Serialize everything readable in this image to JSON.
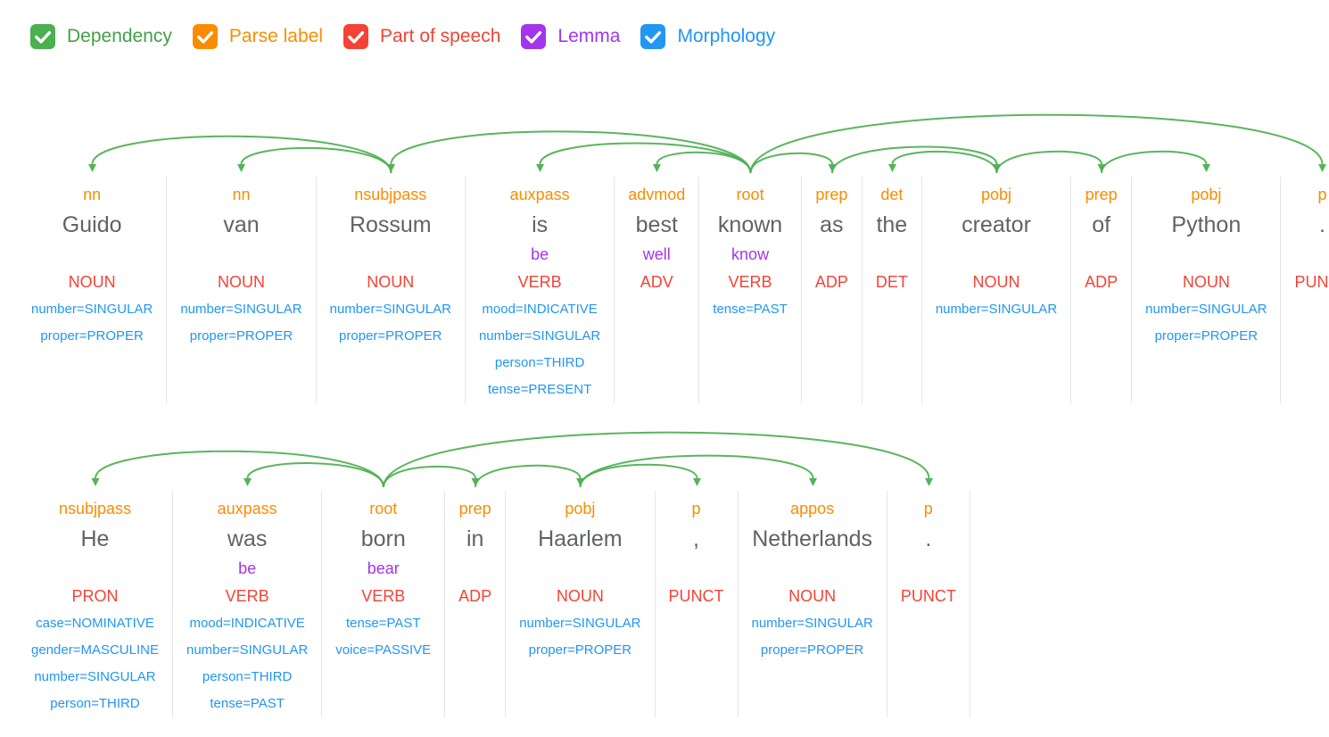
{
  "controls": {
    "items": [
      {
        "id": "dependency",
        "label": "Dependency",
        "color": "#4CAF50",
        "text_color": "#43A047",
        "checked": true
      },
      {
        "id": "parse-label",
        "label": "Parse label",
        "color": "#FB8C00",
        "text_color": "#FB8C00",
        "checked": true
      },
      {
        "id": "part-of-speech",
        "label": "Part of speech",
        "color": "#F44336",
        "text_color": "#F44336",
        "checked": true
      },
      {
        "id": "lemma",
        "label": "Lemma",
        "color": "#A435EB",
        "text_color": "#A435EB",
        "checked": true
      },
      {
        "id": "morphology",
        "label": "Morphology",
        "color": "#2196F3",
        "text_color": "#2196F3",
        "checked": true
      }
    ]
  },
  "colors": {
    "arc": "#4CAF50",
    "parse_label": "#FB8C00",
    "word": "#5F6368",
    "lemma": "#A435EB",
    "pos": "#F44336",
    "morphology": "#2196F3",
    "divider": "#E3E5E8"
  },
  "sentences": [
    {
      "text": "Guido van Rossum is best known as the creator of Python .",
      "root_index": 5,
      "tokens": [
        {
          "word": "Guido",
          "label": "nn",
          "lemma": "",
          "pos": "NOUN",
          "morph": [
            "number=SINGULAR",
            "proper=PROPER"
          ]
        },
        {
          "word": "van",
          "label": "nn",
          "lemma": "",
          "pos": "NOUN",
          "morph": [
            "number=SINGULAR",
            "proper=PROPER"
          ]
        },
        {
          "word": "Rossum",
          "label": "nsubjpass",
          "lemma": "",
          "pos": "NOUN",
          "morph": [
            "number=SINGULAR",
            "proper=PROPER"
          ]
        },
        {
          "word": "is",
          "label": "auxpass",
          "lemma": "be",
          "pos": "VERB",
          "morph": [
            "mood=INDICATIVE",
            "number=SINGULAR",
            "person=THIRD",
            "tense=PRESENT"
          ]
        },
        {
          "word": "best",
          "label": "advmod",
          "lemma": "well",
          "pos": "ADV",
          "morph": []
        },
        {
          "word": "known",
          "label": "root",
          "lemma": "know",
          "pos": "VERB",
          "morph": [
            "tense=PAST"
          ]
        },
        {
          "word": "as",
          "label": "prep",
          "lemma": "",
          "pos": "ADP",
          "morph": []
        },
        {
          "word": "the",
          "label": "det",
          "lemma": "",
          "pos": "DET",
          "morph": []
        },
        {
          "word": "creator",
          "label": "pobj",
          "lemma": "",
          "pos": "NOUN",
          "morph": [
            "number=SINGULAR"
          ]
        },
        {
          "word": "of",
          "label": "prep",
          "lemma": "",
          "pos": "ADP",
          "morph": []
        },
        {
          "word": "Python",
          "label": "pobj",
          "lemma": "",
          "pos": "NOUN",
          "morph": [
            "number=SINGULAR",
            "proper=PROPER"
          ]
        },
        {
          "word": ".",
          "label": "p",
          "lemma": "",
          "pos": "PUNCT",
          "morph": []
        }
      ],
      "edges": [
        {
          "head": 2,
          "dep": 0,
          "label": "nn"
        },
        {
          "head": 2,
          "dep": 1,
          "label": "nn"
        },
        {
          "head": 5,
          "dep": 2,
          "label": "nsubjpass"
        },
        {
          "head": 5,
          "dep": 3,
          "label": "auxpass"
        },
        {
          "head": 5,
          "dep": 4,
          "label": "advmod"
        },
        {
          "head": 5,
          "dep": 6,
          "label": "prep"
        },
        {
          "head": 8,
          "dep": 7,
          "label": "det"
        },
        {
          "head": 6,
          "dep": 8,
          "label": "pobj"
        },
        {
          "head": 8,
          "dep": 9,
          "label": "prep"
        },
        {
          "head": 9,
          "dep": 10,
          "label": "pobj"
        },
        {
          "head": 5,
          "dep": 11,
          "label": "p"
        }
      ]
    },
    {
      "text": "He was born in Haarlem , Netherlands .",
      "root_index": 2,
      "tokens": [
        {
          "word": "He",
          "label": "nsubjpass",
          "lemma": "",
          "pos": "PRON",
          "morph": [
            "case=NOMINATIVE",
            "gender=MASCULINE",
            "number=SINGULAR",
            "person=THIRD"
          ]
        },
        {
          "word": "was",
          "label": "auxpass",
          "lemma": "be",
          "pos": "VERB",
          "morph": [
            "mood=INDICATIVE",
            "number=SINGULAR",
            "person=THIRD",
            "tense=PAST"
          ]
        },
        {
          "word": "born",
          "label": "root",
          "lemma": "bear",
          "pos": "VERB",
          "morph": [
            "tense=PAST",
            "voice=PASSIVE"
          ]
        },
        {
          "word": "in",
          "label": "prep",
          "lemma": "",
          "pos": "ADP",
          "morph": []
        },
        {
          "word": "Haarlem",
          "label": "pobj",
          "lemma": "",
          "pos": "NOUN",
          "morph": [
            "number=SINGULAR",
            "proper=PROPER"
          ]
        },
        {
          "word": ",",
          "label": "p",
          "lemma": "",
          "pos": "PUNCT",
          "morph": []
        },
        {
          "word": "Netherlands",
          "label": "appos",
          "lemma": "",
          "pos": "NOUN",
          "morph": [
            "number=SINGULAR",
            "proper=PROPER"
          ]
        },
        {
          "word": ".",
          "label": "p",
          "lemma": "",
          "pos": "PUNCT",
          "morph": []
        }
      ],
      "edges": [
        {
          "head": 2,
          "dep": 0,
          "label": "nsubjpass"
        },
        {
          "head": 2,
          "dep": 1,
          "label": "auxpass"
        },
        {
          "head": 2,
          "dep": 3,
          "label": "prep"
        },
        {
          "head": 3,
          "dep": 4,
          "label": "pobj"
        },
        {
          "head": 4,
          "dep": 5,
          "label": "p"
        },
        {
          "head": 4,
          "dep": 6,
          "label": "appos"
        },
        {
          "head": 2,
          "dep": 7,
          "label": "p"
        }
      ]
    }
  ]
}
